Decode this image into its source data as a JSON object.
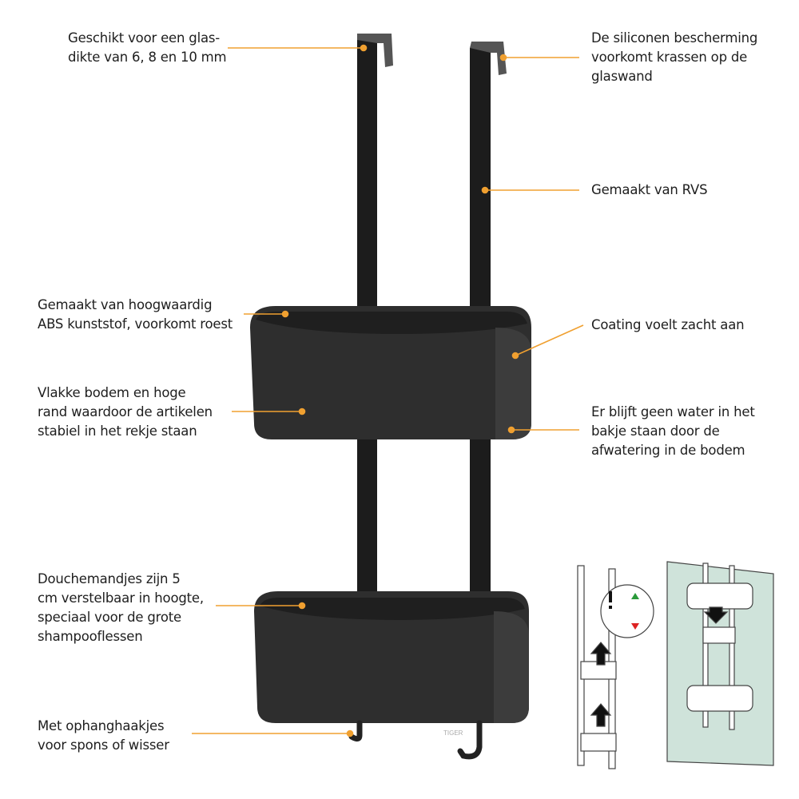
{
  "colors": {
    "accent": "#f0a030",
    "product": "#2a2a2a",
    "glass": "#cfe3da"
  },
  "labels": {
    "glass_thickness": "Geschikt voor een glas-\ndikte van 6, 8 en 10 mm",
    "silicone": "De siliconen bescherming\nvoorkomt krassen op de\nglaswand",
    "rvs": "Gemaakt van RVS",
    "abs": "Gemaakt van hoogwaardig\nABS kunststof, voorkomt roest",
    "coating": "Coating voelt zacht aan",
    "flat_bottom": "Vlakke bodem en hoge\nrand waardoor de artikelen\nstabiel in het rekje staan",
    "drainage": "Er blijft geen water in het\nbakje staan door de\nafwatering in de bodem",
    "adjustable": "Douchemandjes zijn 5\ncm verstelbaar in hoogte,\nspeciaal voor de grote\nshampooflessen",
    "hooks": "Met ophanghaakjes\nvoor spons of wisser"
  },
  "brand": "TIGER"
}
